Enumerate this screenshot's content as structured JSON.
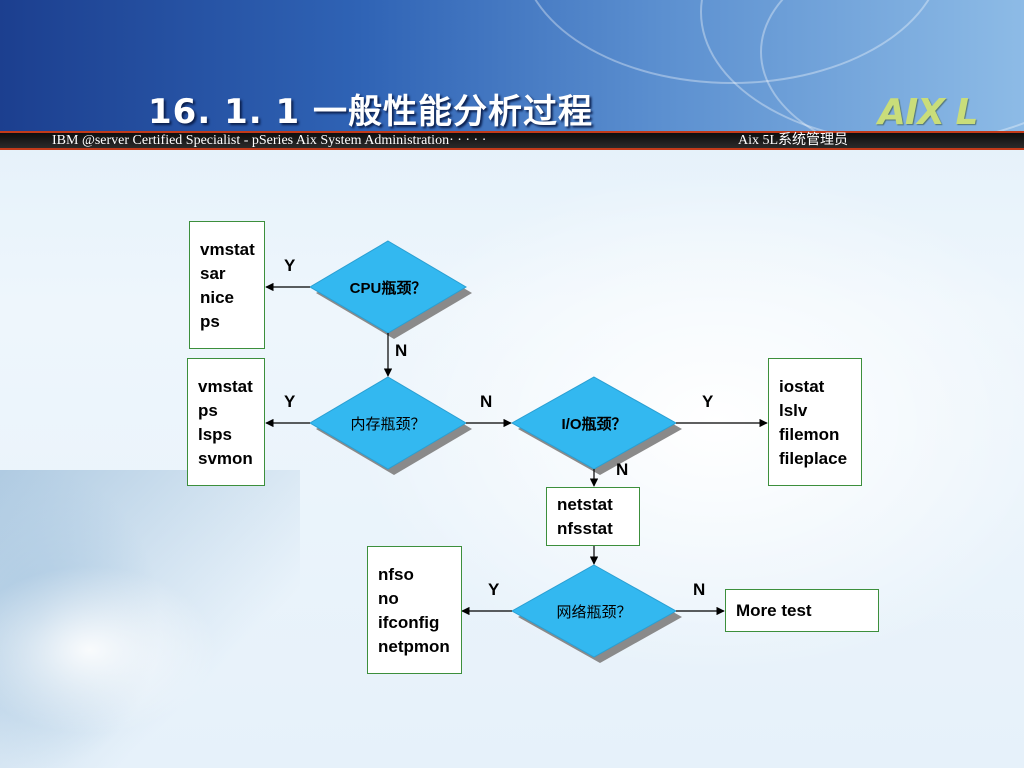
{
  "header": {
    "title": "16. 1. 1  一般性能分析过程",
    "logo": "AIX L",
    "banner_left": "IBM @server Certified Specialist - pSeries Aix System Administration· · · · ·",
    "banner_right": "Aix 5L系统管理员"
  },
  "decisions": {
    "cpu": "CPU瓶颈？",
    "memory": "内存瓶颈？",
    "io": "I/O瓶颈？",
    "network": "网络瓶颈？"
  },
  "boxes": {
    "cpu_tools": [
      "vmstat",
      "sar",
      "nice",
      "ps"
    ],
    "memory_tools": [
      "vmstat",
      "ps",
      "lsps",
      "svmon"
    ],
    "io_tools": [
      "iostat",
      "lslv",
      "filemon",
      "fileplace"
    ],
    "nfs_tools": [
      "netstat",
      "nfsstat"
    ],
    "network_tools": [
      "nfso",
      "no",
      "ifconfig",
      "netpmon"
    ],
    "more": "More test"
  },
  "labels": {
    "cpu_yes": "Y",
    "cpu_no": "N",
    "mem_yes": "Y",
    "mem_no": "N",
    "io_yes": "Y",
    "io_no": "N",
    "net_yes": "Y",
    "net_no": "N"
  },
  "colors": {
    "diamond_fill": "#33b8f0",
    "diamond_shadow": "#8a8a8a",
    "box_border": "#3c8f3c",
    "header_dark": "#1c3f8f",
    "banner_line": "#c23a1a"
  }
}
